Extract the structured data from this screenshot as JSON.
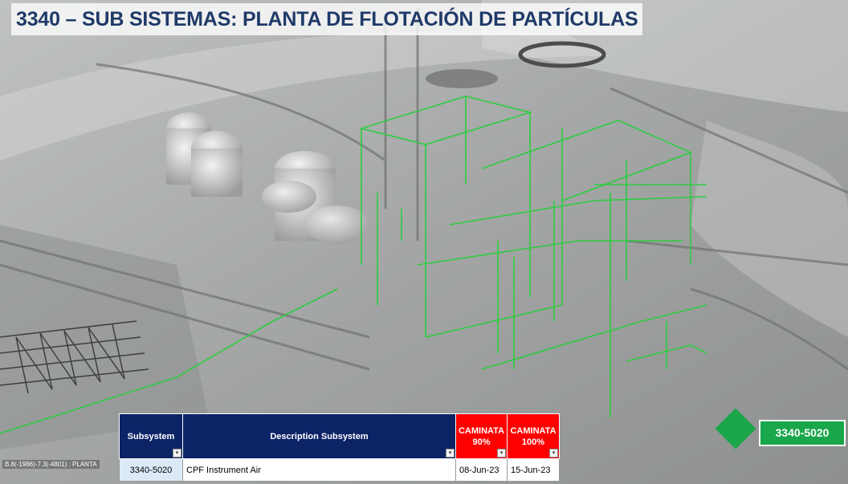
{
  "title": "3340 – SUB SISTEMAS: PLANTA DE FLOTACIÓN DE PARTÍCULAS",
  "caption": "B.8(-1986)-7.3(-4801) : PLANTA",
  "colors": {
    "title_text": "#1f3a68",
    "header_navy": "#0c2366",
    "header_red": "#ff0000",
    "badge_green": "#1aa64a",
    "wireframe_green": "#2ecc40"
  },
  "table": {
    "headers": {
      "subsystem": "Subsystem",
      "description": "Description Subsystem",
      "caminata90_title": "CAMINATA",
      "caminata90_pct": "90%",
      "caminata100_title": "CAMINATA",
      "caminata100_pct": "100%"
    },
    "filter_icon": "▾",
    "rows": [
      {
        "subsystem": "3340-5020",
        "description": "CPF Instrument Air",
        "caminata90": "08-Jun-23",
        "caminata100": "15-Jun-23"
      }
    ]
  },
  "badge": {
    "label": "3340-5020",
    "icon": "diamond-icon"
  }
}
